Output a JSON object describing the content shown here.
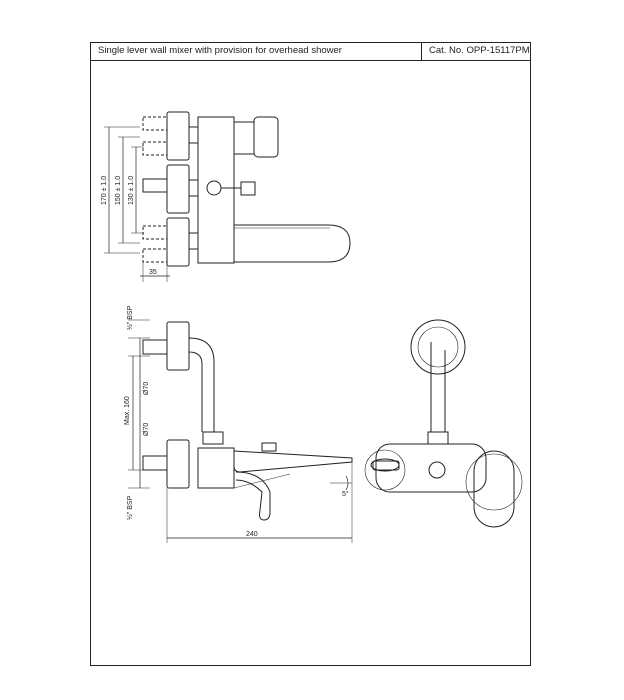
{
  "header": {
    "title": "Single lever wall mixer with provision for overhead shower",
    "catalog": "Cat. No. OPP-15117PM"
  },
  "dimensions": {
    "d170": "170 ± 1.0",
    "d150": "150 ± 1.0",
    "d130": "130 ± 1.0",
    "d35": "35",
    "bsp_top": "½\" BSP",
    "bsp_bottom": "½\" BSP",
    "dia70_top": "Ø70",
    "dia70_bottom": "Ø70",
    "max160": "Max. 160",
    "d240": "240",
    "angle5": "5°"
  }
}
